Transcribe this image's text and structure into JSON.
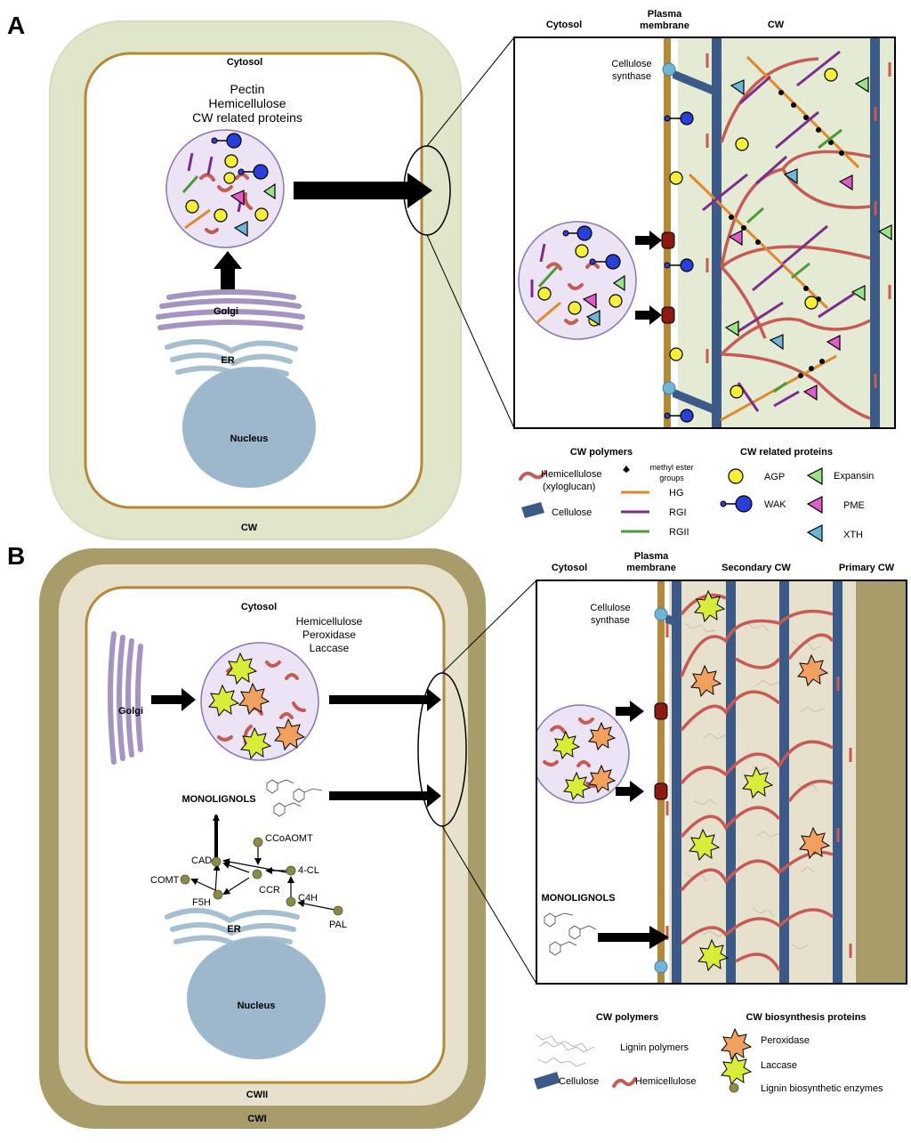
{
  "panel_a": {
    "label": "A",
    "cytosol": "Cytosol",
    "vesicle_contents": [
      "Pectin",
      "Hemicellulose",
      "CW related proteins"
    ],
    "golgi": "Golgi",
    "er": "ER",
    "nucleus": "Nucleus",
    "cw": "CW",
    "zoom_headers": {
      "cytosol": "Cytosol",
      "membrane_1": "Plasma",
      "membrane_2": "membrane",
      "cw": "CW"
    },
    "cellulose_synthase_1": "Cellulose",
    "cellulose_synthase_2": "synthase",
    "legend": {
      "polymers_title": "CW polymers",
      "hemicellulose_1": "Hemicellulose",
      "hemicellulose_2": "(xyloglucan)",
      "cellulose": "Cellulose",
      "methyl_1": "methyl ester",
      "methyl_2": "groups",
      "hg": "HG",
      "rgi": "RGI",
      "rgii": "RGII",
      "proteins_title": "CW related proteins",
      "agp": "AGP",
      "wak": "WAK",
      "expansin": "Expansin",
      "pme": "PME",
      "xth": "XTH"
    }
  },
  "panel_b": {
    "label": "B",
    "cytosol": "Cytosol",
    "vesicle_contents": [
      "Hemicellulose",
      "Peroxidase",
      "Laccase"
    ],
    "golgi": "Golgi",
    "monolignols": "MONOLIGNOLS",
    "enzymes": {
      "ccoaomt": "CCoAOMT",
      "cad": "CAD",
      "cl4": "4-CL",
      "comt": "COMT",
      "ccr": "CCR",
      "c4h": "C4H",
      "f5h": "F5H",
      "pal": "PAL"
    },
    "er": "ER",
    "nucleus": "Nucleus",
    "cwii": "CWII",
    "cwi": "CWI",
    "zoom_headers": {
      "cytosol": "Cytosol",
      "membrane_1": "Plasma",
      "membrane_2": "membrane",
      "secondary_cw": "Secondary CW",
      "primary_cw": "Primary CW"
    },
    "cellulose_synthase_1": "Cellulose",
    "cellulose_synthase_2": "synthase",
    "zoom_monolignols": "MONOLIGNOLS",
    "legend": {
      "polymers_title": "CW polymers",
      "lignin": "Lignin polymers",
      "cellulose": "Cellulose",
      "hemicellulose": "Hemicellulose",
      "proteins_title": "CW biosynthesis proteins",
      "peroxidase": "Peroxidase",
      "laccase": "Laccase",
      "lignin_enzymes": "Lignin biosynthetic enzymes"
    }
  },
  "colors": {
    "cw_a": "#dfe6c9",
    "wall_b_outer": "#a89c6b",
    "wall_b_inner": "#e6e0cc",
    "membrane": "#b4893a",
    "cellulose": "#3b5a88",
    "hemicellulose": "#c65a55",
    "hg": "#dd8a2e",
    "rgi": "#7a2d8c",
    "rgii": "#4b9a3a",
    "vesicle": "#ece4f4",
    "golgi": "#a594c2",
    "er": "#a6bfd0",
    "nucleus": "#9db8cc",
    "agp": "#f6ef3a",
    "wak": "#2a3fd6",
    "expansin": "#9ce28a",
    "pme": "#e05bc8",
    "xth": "#6fb5d6",
    "peroxidase": "#f2a060",
    "laccase": "#d9ec3a",
    "enzyme": "#8a8a4a"
  }
}
